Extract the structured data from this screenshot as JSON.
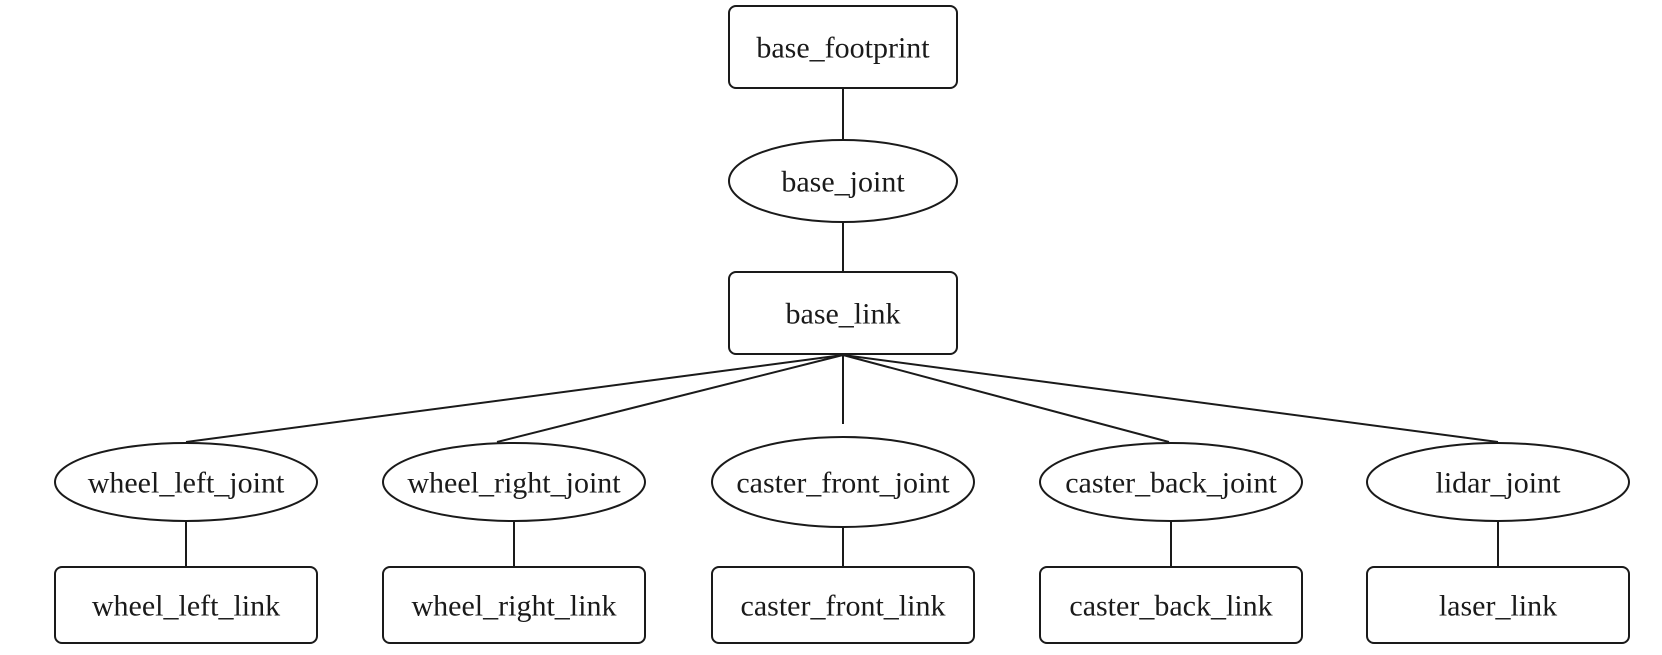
{
  "diagram": {
    "nodes": [
      {
        "id": "base_footprint",
        "label": "base_footprint",
        "shape": "rect"
      },
      {
        "id": "base_joint",
        "label": "base_joint",
        "shape": "ellipse"
      },
      {
        "id": "base_link",
        "label": "base_link",
        "shape": "rect"
      },
      {
        "id": "wheel_left_joint",
        "label": "wheel_left_joint",
        "shape": "ellipse"
      },
      {
        "id": "wheel_right_joint",
        "label": "wheel_right_joint",
        "shape": "ellipse"
      },
      {
        "id": "caster_front_joint",
        "label": "caster_front_joint",
        "shape": "ellipse"
      },
      {
        "id": "caster_back_joint",
        "label": "caster_back_joint",
        "shape": "ellipse"
      },
      {
        "id": "lidar_joint",
        "label": "lidar_joint",
        "shape": "ellipse"
      },
      {
        "id": "wheel_left_link",
        "label": "wheel_left_link",
        "shape": "rect"
      },
      {
        "id": "wheel_right_link",
        "label": "wheel_right_link",
        "shape": "rect"
      },
      {
        "id": "caster_front_link",
        "label": "caster_front_link",
        "shape": "rect"
      },
      {
        "id": "caster_back_link",
        "label": "caster_back_link",
        "shape": "rect"
      },
      {
        "id": "laser_link",
        "label": "laser_link",
        "shape": "rect"
      }
    ],
    "edges": [
      {
        "from": "base_footprint",
        "to": "base_joint"
      },
      {
        "from": "base_joint",
        "to": "base_link"
      },
      {
        "from": "base_link",
        "to": "wheel_left_joint"
      },
      {
        "from": "base_link",
        "to": "wheel_right_joint"
      },
      {
        "from": "base_link",
        "to": "caster_front_joint"
      },
      {
        "from": "base_link",
        "to": "caster_back_joint"
      },
      {
        "from": "base_link",
        "to": "lidar_joint"
      },
      {
        "from": "wheel_left_joint",
        "to": "wheel_left_link"
      },
      {
        "from": "wheel_right_joint",
        "to": "wheel_right_link"
      },
      {
        "from": "caster_front_joint",
        "to": "caster_front_link"
      },
      {
        "from": "caster_back_joint",
        "to": "caster_back_link"
      },
      {
        "from": "lidar_joint",
        "to": "laser_link"
      }
    ]
  }
}
